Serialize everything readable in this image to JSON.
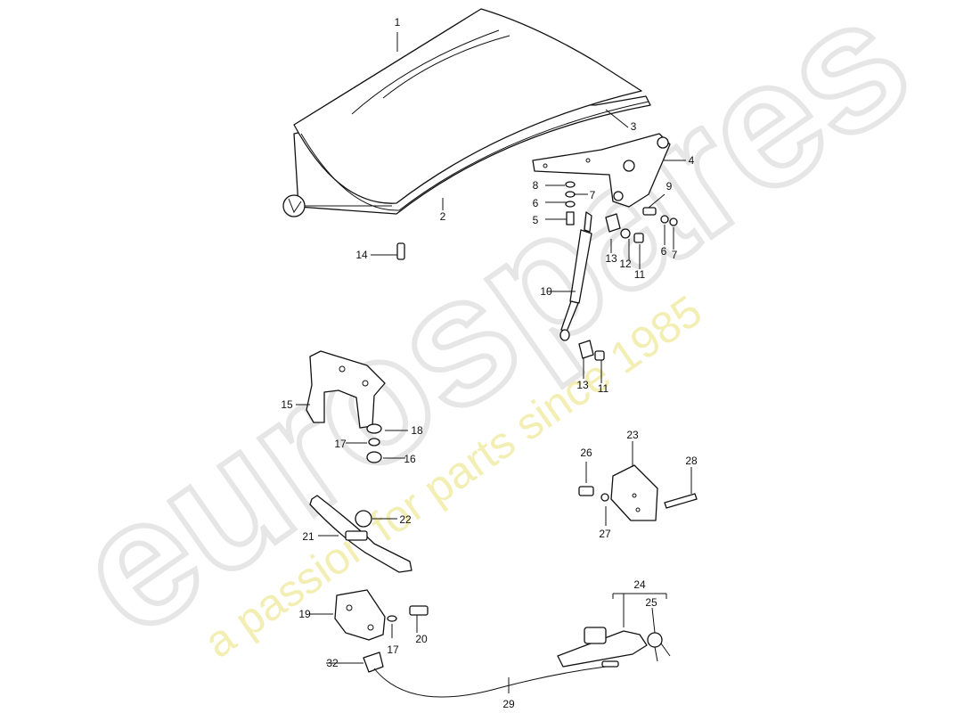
{
  "watermark": {
    "brand": "eurospares",
    "tagline": "a passion for parts since 1985"
  },
  "callouts": [
    {
      "id": "c1",
      "text": "1"
    },
    {
      "id": "c2",
      "text": "2"
    },
    {
      "id": "c3",
      "text": "3"
    },
    {
      "id": "c4",
      "text": "4"
    },
    {
      "id": "c5",
      "text": "5"
    },
    {
      "id": "c6a",
      "text": "6"
    },
    {
      "id": "c6b",
      "text": "6"
    },
    {
      "id": "c7a",
      "text": "7"
    },
    {
      "id": "c7b",
      "text": "7"
    },
    {
      "id": "c8",
      "text": "8"
    },
    {
      "id": "c9",
      "text": "9"
    },
    {
      "id": "c10",
      "text": "10"
    },
    {
      "id": "c11a",
      "text": "11"
    },
    {
      "id": "c11b",
      "text": "11"
    },
    {
      "id": "c12",
      "text": "12"
    },
    {
      "id": "c13a",
      "text": "13"
    },
    {
      "id": "c13b",
      "text": "13"
    },
    {
      "id": "c14",
      "text": "14"
    },
    {
      "id": "c15",
      "text": "15"
    },
    {
      "id": "c16",
      "text": "16"
    },
    {
      "id": "c17a",
      "text": "17"
    },
    {
      "id": "c17b",
      "text": "17"
    },
    {
      "id": "c18",
      "text": "18"
    },
    {
      "id": "c19",
      "text": "19"
    },
    {
      "id": "c20",
      "text": "20"
    },
    {
      "id": "c21",
      "text": "21"
    },
    {
      "id": "c22",
      "text": "22"
    },
    {
      "id": "c23",
      "text": "23"
    },
    {
      "id": "c24",
      "text": "24"
    },
    {
      "id": "c25",
      "text": "25"
    },
    {
      "id": "c26",
      "text": "26"
    },
    {
      "id": "c27",
      "text": "27"
    },
    {
      "id": "c28",
      "text": "28"
    },
    {
      "id": "c29",
      "text": "29"
    },
    {
      "id": "c32",
      "text": "32"
    }
  ]
}
